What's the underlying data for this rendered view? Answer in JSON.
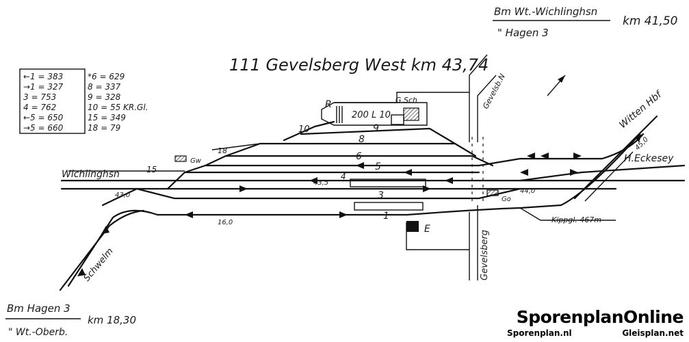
{
  "title": "111 Gevelsberg West km 43,74",
  "top_right": {
    "line1": "Bm Wt.-Wichlinghsn",
    "line2": "\" Hagen 3",
    "km": "km 41,50"
  },
  "bottom_left": {
    "line1": "Bm Hagen 3",
    "line2": "\" Wt.-Oberb.",
    "km": "km 18,30"
  },
  "legend": [
    {
      "left": "←1 = 383",
      "right": "*6 = 629"
    },
    {
      "left": "→1 = 327",
      "right": "8 = 337"
    },
    {
      "left": "3 = 753",
      "right": "9 = 328"
    },
    {
      "left": "4 = 762",
      "right": "10 = 55 KR.Gl."
    },
    {
      "left": "←5 = 650",
      "right": "15 = 349"
    },
    {
      "left": "→5 = 660",
      "right": "18 = 79"
    }
  ],
  "labels": {
    "wichlinghsn": "Wichlinghsn",
    "witten": "Witten Hbf",
    "eckesey": "H.Eckesey",
    "schwelm": "Schwelm",
    "gevelsberg_road": "Gevelsberg",
    "gevelsb_n": "Gevelsb.N",
    "kippgl": "Kippgl. 467m",
    "r": "R",
    "gsch": "G.Sch",
    "loco": "200 L 10",
    "gw": "Gw",
    "go": "Go",
    "e": "E",
    "km43": "43,0",
    "km435": "43,5",
    "km44": "44,0",
    "km45": "45,0",
    "km46": "16,0"
  },
  "tracks": [
    "1",
    "3",
    "4",
    "5",
    "6",
    "8",
    "9",
    "10",
    "15",
    "18"
  ],
  "brand": {
    "name": "SporenplanOnline",
    "left": "Sporenplan.nl",
    "right": "Gleisplan.net"
  }
}
